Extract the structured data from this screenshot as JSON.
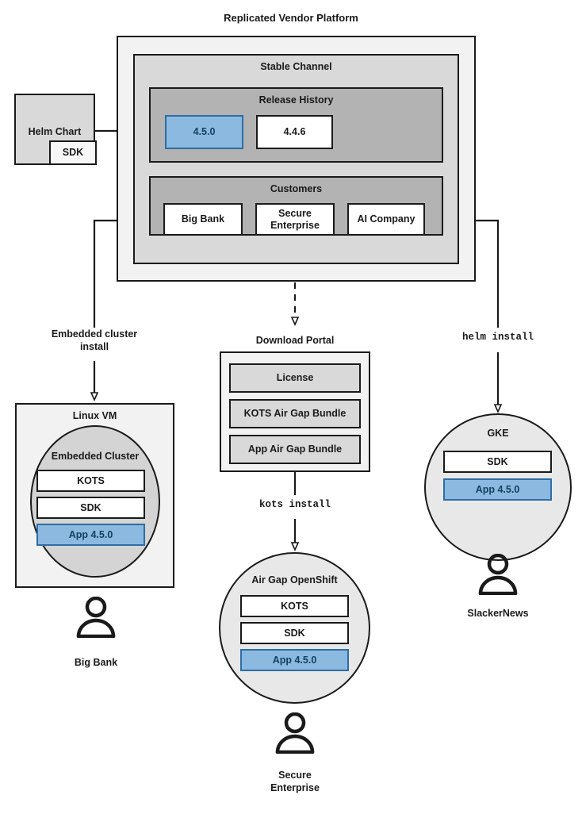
{
  "diagram": {
    "title": "Replicated Vendor Platform",
    "type": "architecture-flow-diagram"
  },
  "helm_chart": {
    "label": "Helm Chart",
    "sdk_label": "SDK"
  },
  "platform": {
    "title": "Replicated Vendor Platform",
    "channel": {
      "title": "Stable Channel",
      "release_history": {
        "title": "Release History",
        "releases": [
          {
            "version": "4.5.0",
            "state": "current",
            "color": "#8bb9e0"
          },
          {
            "version": "4.4.6",
            "state": "previous",
            "color": "#ffffff"
          }
        ]
      },
      "customers": {
        "title": "Customers",
        "entries": [
          {
            "name": "Big Bank"
          },
          {
            "name": "Secure\nEnterprise"
          },
          {
            "name": "AI Company"
          }
        ]
      }
    }
  },
  "download_portal": {
    "title": "Download Portal",
    "artifacts": [
      {
        "label": "License"
      },
      {
        "label": "KOTS Air Gap Bundle"
      },
      {
        "label": "App Air Gap Bundle"
      }
    ]
  },
  "connectors": {
    "embedded_cluster_install": "Embedded cluster\ninstall",
    "kots_install": "kots install",
    "helm_install": "helm install"
  },
  "targets": [
    {
      "id": "linux-vm",
      "container_title": "Linux VM",
      "inner_title": "Embedded Cluster",
      "components": [
        {
          "label": "KOTS",
          "variant": "white"
        },
        {
          "label": "SDK",
          "variant": "white"
        },
        {
          "label": "App 4.5.0",
          "variant": "blue"
        }
      ],
      "persona": "Big Bank"
    },
    {
      "id": "airgap-openshift",
      "container_title": "Air Gap OpenShift",
      "components": [
        {
          "label": "KOTS",
          "variant": "white"
        },
        {
          "label": "SDK",
          "variant": "white"
        },
        {
          "label": "App 4.5.0",
          "variant": "blue"
        }
      ],
      "persona": "Secure\nEnterprise"
    },
    {
      "id": "gke",
      "container_title": "GKE",
      "components": [
        {
          "label": "SDK",
          "variant": "white"
        },
        {
          "label": "App 4.5.0",
          "variant": "blue"
        }
      ],
      "persona": "SlackerNews"
    }
  ],
  "colors": {
    "accent_blue_fill": "#8bb9e0",
    "accent_blue_border": "#2e6da4",
    "accent_blue_text": "#14415f",
    "panel_level1": "#f2f2f2",
    "panel_level2": "#d9d9d9",
    "panel_level3": "#b3b3b3",
    "node_fill": "#e8e8e8",
    "node_inner_fill": "#d4d4d4",
    "stroke": "#1a1a1a"
  }
}
